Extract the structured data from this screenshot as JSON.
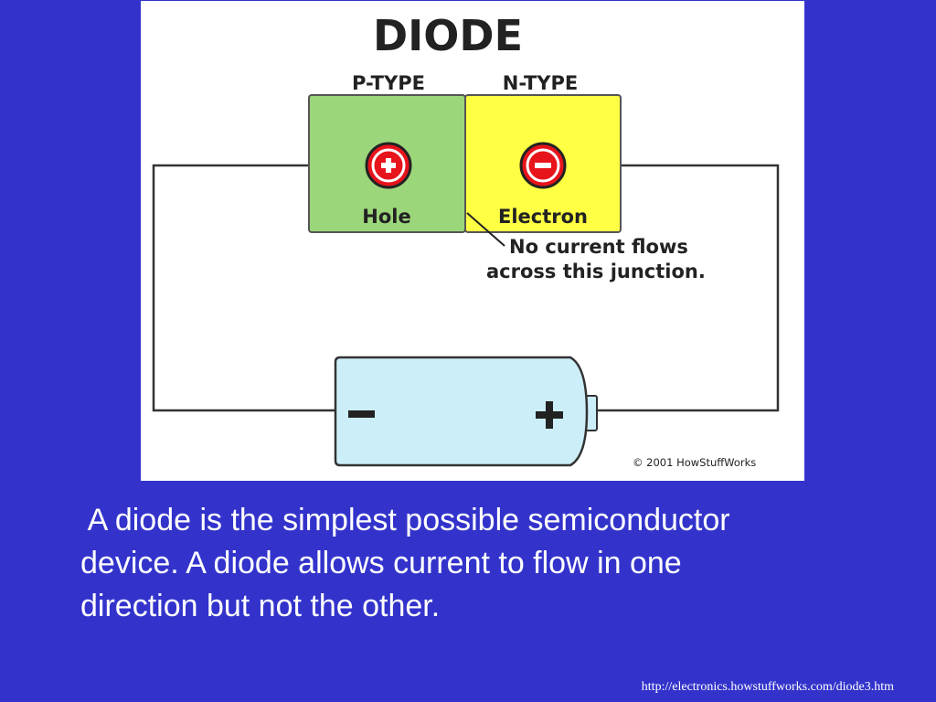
{
  "slide": {
    "background_color": "#3333cc",
    "caption_lines": [
      " A diode is the simplest possible semiconductor",
      "device. A diode allows current to flow in one",
      "direction but not the other."
    ],
    "source_url": "http://electronics.howstuffworks.com/diode3.htm"
  },
  "diagram": {
    "title": "DIODE",
    "p_region": {
      "heading": "P-TYPE",
      "carrier_label": "Hole",
      "carrier_sign": "plus",
      "fill_color": "#9cd67b"
    },
    "n_region": {
      "heading": "N-TYPE",
      "carrier_label": "Electron",
      "carrier_sign": "minus",
      "fill_color": "#ffff44"
    },
    "junction_callout": [
      "No current flows",
      "across this junction."
    ],
    "battery": {
      "negative_terminal": "minus-sign-icon",
      "positive_terminal": "plus-sign-icon",
      "fill_color": "#cceef8"
    },
    "carrier_marker_color": "#e8141b",
    "copyright": "© 2001 HowStuffWorks"
  }
}
